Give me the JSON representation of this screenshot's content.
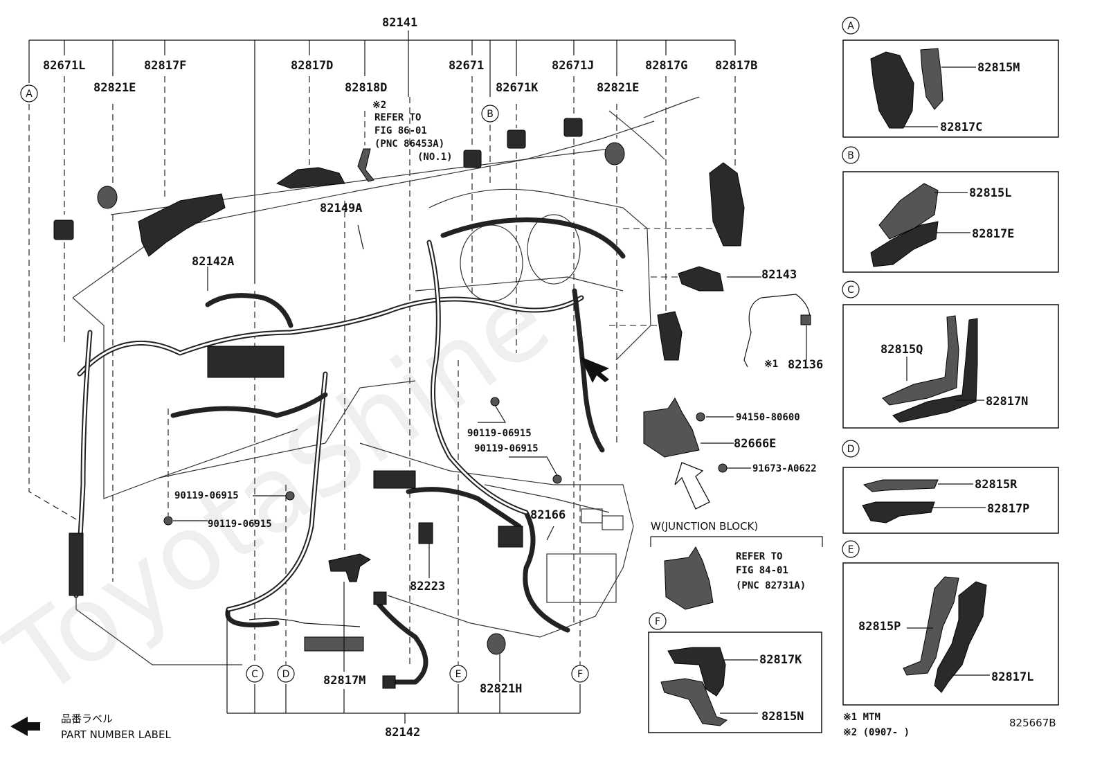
{
  "watermark": "ToyotaShine",
  "main_labels": {
    "p82141": "82141",
    "p82671L": "82671L",
    "p82821E_left": "82821E",
    "p82817F": "82817F",
    "p82817D": "82817D",
    "p82818D": "82818D",
    "p82671": "82671",
    "p82671K": "82671K",
    "p82671J": "82671J",
    "p82821E_right": "82821E",
    "p82817G": "82817G",
    "p82817B": "82817B",
    "p82149A": "82149A",
    "p82142A": "82142A",
    "p82143": "82143",
    "p82136": "82136",
    "p94150": "94150-80600",
    "p82666E": "82666E",
    "p91673": "91673-A0622",
    "p90119_a": "90119-06915",
    "p90119_b": "90119-06915",
    "p90119_c": "90119-06915",
    "p90119_d": "90119-06915",
    "p82166": "82166",
    "p82223": "82223",
    "p82817M": "82817M",
    "p82821H": "82821H",
    "p82142": "82142"
  },
  "refer_note_1": {
    "mark": "※2",
    "line1": "REFER TO",
    "line2": "FIG 86-01",
    "line3": "(PNC 86453A)",
    "line4": "(NO.1)"
  },
  "mark_82136": "※1",
  "junction_block": {
    "title": "W(JUNCTION BLOCK)",
    "line1": "REFER TO",
    "line2": "FIG 84-01",
    "line3": "(PNC 82731A)"
  },
  "callouts": [
    "A",
    "B",
    "C",
    "D",
    "E",
    "F"
  ],
  "detail_panels": {
    "A": {
      "top": "82815M",
      "bottom": "82817C"
    },
    "B": {
      "top": "82815L",
      "bottom": "82817E"
    },
    "C": {
      "top": "82815Q",
      "bottom": "82817N"
    },
    "D": {
      "top": "82815R",
      "bottom": "82817P"
    },
    "E": {
      "top": "82815P",
      "bottom": "82817L"
    },
    "F": {
      "top": "82817K",
      "bottom": "82815N"
    }
  },
  "footnotes": {
    "note1": "※1 MTM",
    "note2": "※2 (0907-        )"
  },
  "figure_id": "825667B",
  "part_number_label": {
    "jp": "品番ラベル",
    "en": "PART NUMBER LABEL"
  }
}
